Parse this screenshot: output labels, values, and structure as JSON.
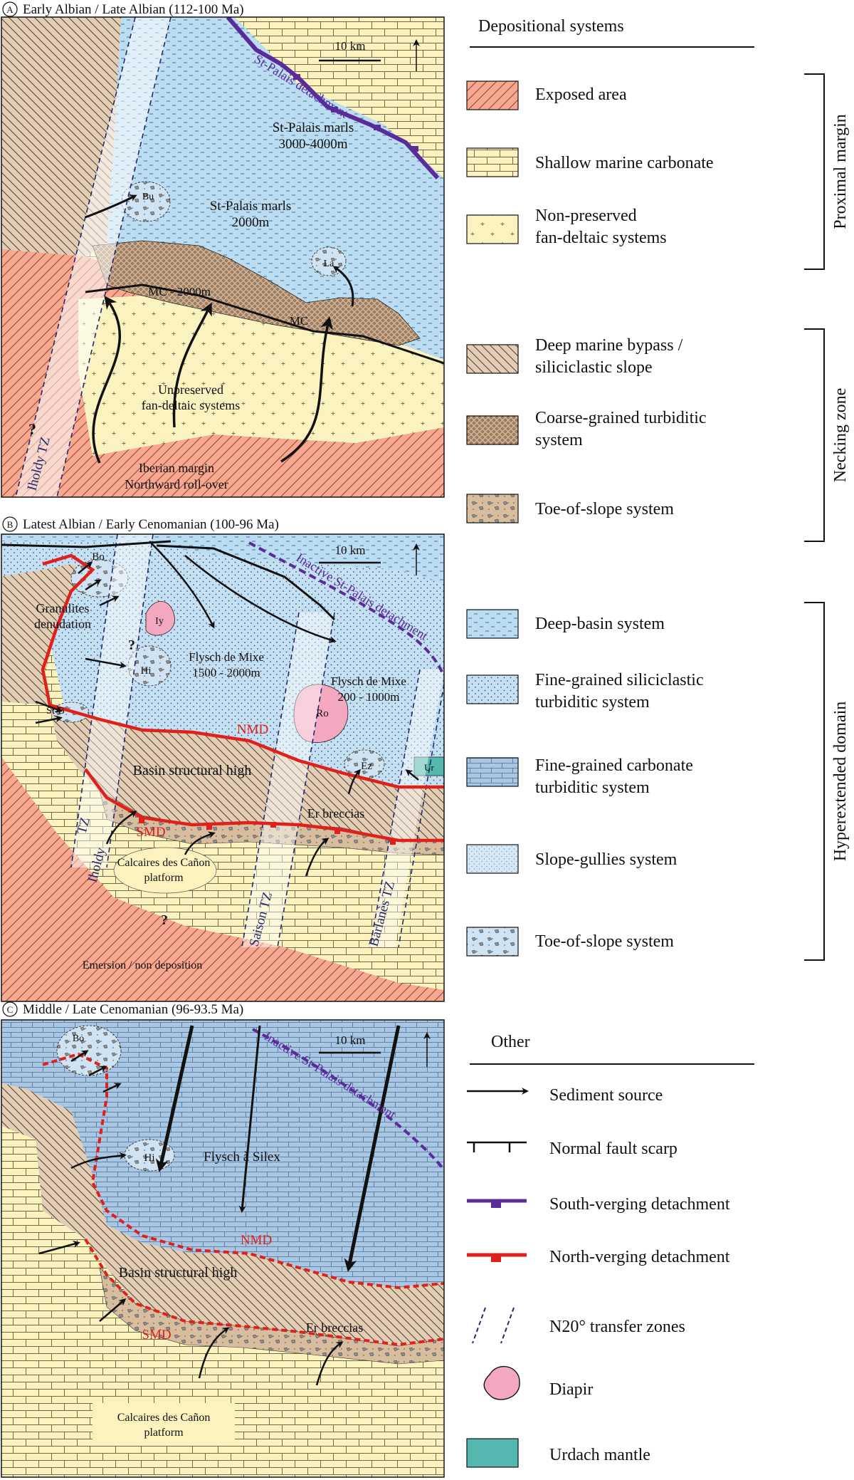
{
  "panels": {
    "a": {
      "letter": "A",
      "title": "Early Albian / Late Albian (112-100 Ma)",
      "scale_bar": "10 km",
      "labels": {
        "detachment": "St-Palais detachment",
        "marls1a": "St-Palais marls",
        "marls1b": "3000-4000m",
        "marls2a": "St-Palais marls",
        "marls2b": "2000m",
        "bu": "Bu",
        "la": "La",
        "mc1": "MC - 2000m",
        "mc2": "MC",
        "fan1": "Unpreserved",
        "fan2": "fan-deltaic systems",
        "iberian1": "Iberian margin",
        "iberian2": "Northward roll-over",
        "tz": "Iholdy TZ",
        "q": "?"
      }
    },
    "b": {
      "letter": "B",
      "title": "Latest Albian / Early Cenomanian (100-96 Ma)",
      "scale_bar": "10 km",
      "labels": {
        "bo": "Bo",
        "gran1": "Granulites",
        "gran2": "denudation",
        "iy": "Iy",
        "q1": "?",
        "hi": "Hi",
        "mixe1a": "Flysch de Mixe",
        "mixe1b": "1500 - 2000m",
        "mixe2a": "Flysch de Mixe",
        "mixe2b": "200 - 1000m",
        "inactive": "Inactive St-Palais detachment",
        "stb": "St-B",
        "nmd": "NMD",
        "ro": "Ro",
        "ez": "Ez",
        "ur": "Ur",
        "high": "Basin structural high",
        "smd": "SMD",
        "er": "Er breccias",
        "canon1": "Calcaires des Cañon",
        "canon2": "platform",
        "q2": "?",
        "iholdy": "Iholdy",
        "tz1": "TZ",
        "saison": "Saison TZ",
        "barlanes": "Barlanès TZ",
        "emersion": "Emersion / non deposition"
      }
    },
    "c": {
      "letter": "C",
      "title": "Middle / Late Cenomanian (96-93.5 Ma)",
      "scale_bar": "10 km",
      "labels": {
        "bo": "Bo",
        "hi": "Hi",
        "silex": "Flysch à Silex",
        "inactive": "Inactive St-Palais detachment",
        "nmd": "NMD",
        "high": "Basin structural high",
        "smd": "SMD",
        "er": "Er breccias",
        "canon1": "Calcaires des Cañon",
        "canon2": "platform"
      }
    }
  },
  "legend": {
    "depositional_title": "Depositional systems",
    "items": [
      {
        "text1": "Exposed area",
        "text2": ""
      },
      {
        "text1": "Shallow marine carbonate",
        "text2": ""
      },
      {
        "text1": "Non-preserved",
        "text2": "fan-deltaic systems"
      },
      {
        "text1": "Deep marine bypass /",
        "text2": "siliciclastic slope"
      },
      {
        "text1": "Coarse-grained turbiditic",
        "text2": "system"
      },
      {
        "text1": "Toe-of-slope system",
        "text2": ""
      },
      {
        "text1": "Deep-basin system",
        "text2": ""
      },
      {
        "text1": "Fine-grained siliciclastic",
        "text2": "turbiditic system"
      },
      {
        "text1": "Fine-grained carbonate",
        "text2": "turbiditic system"
      },
      {
        "text1": "Slope-gullies system",
        "text2": ""
      },
      {
        "text1": "Toe-of-slope system",
        "text2": ""
      }
    ],
    "groups": [
      "Proximal margin",
      "Necking zone",
      "Hyperextended domain"
    ],
    "other_title": "Other",
    "other": [
      "Sediment source",
      "Normal fault scarp",
      "South-verging detachment",
      "North-verging detachment",
      "N20° transfer zones",
      "Diapir",
      "Urdach mantle"
    ]
  },
  "colors": {
    "exposed": "#f6a890",
    "carbonate": "#fbf2bd",
    "fan": "#fbf3bf",
    "bypass": "#e2cdb5",
    "coarse": "#ccab8c",
    "deep": "#bcdcf1",
    "fine_carb": "#a9c6e2",
    "diapir": "#f3a8bf",
    "mantle": "#55b8ae",
    "south_det": "#5a2c9a",
    "north_det": "#e0201b"
  }
}
